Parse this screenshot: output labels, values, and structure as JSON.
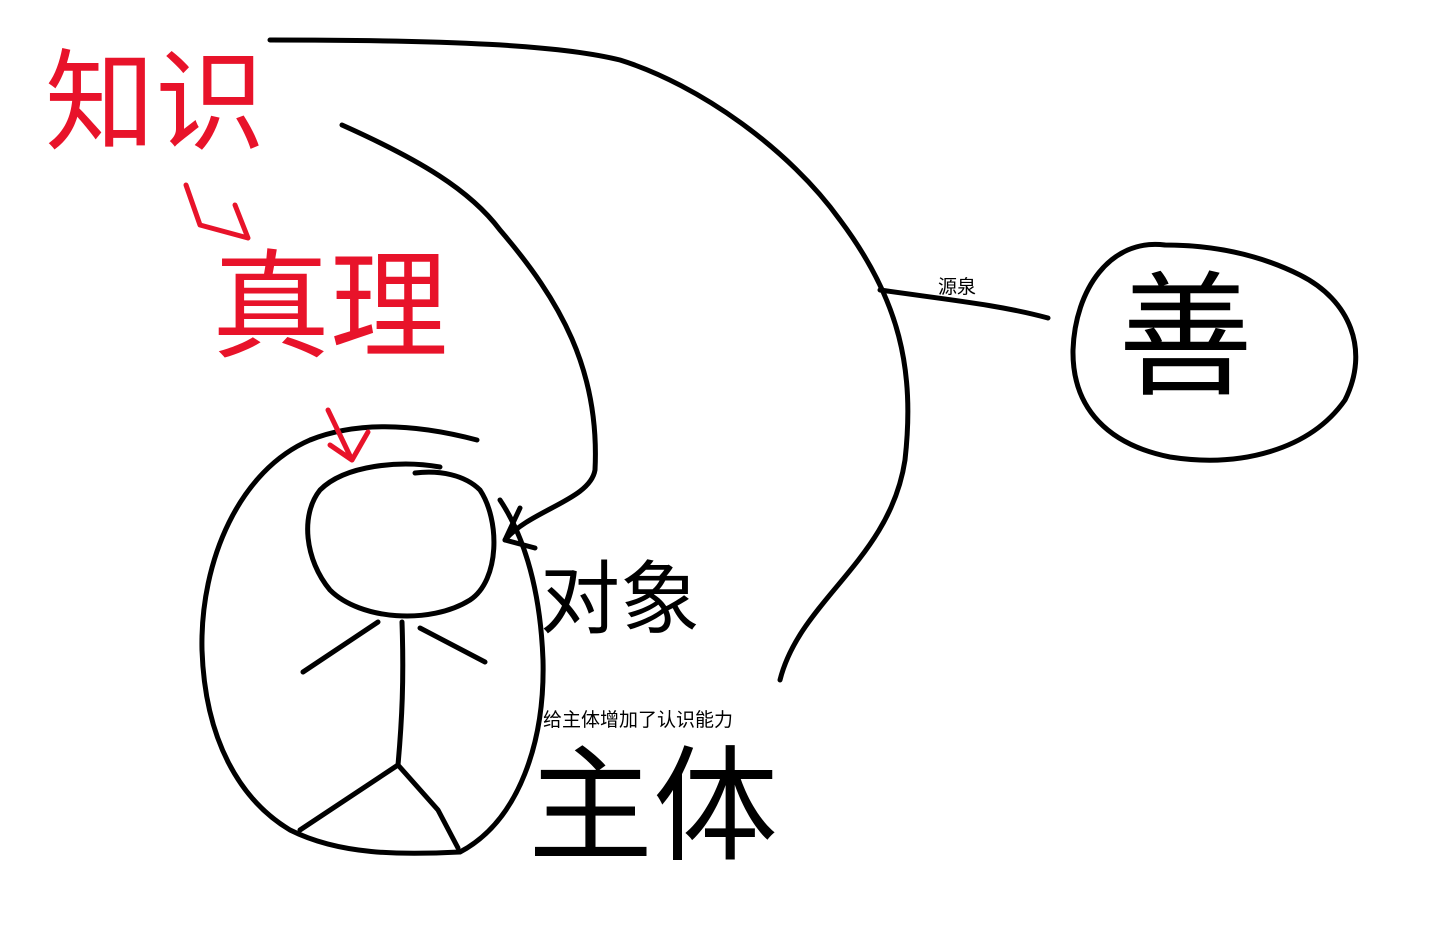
{
  "handwritten": {
    "knowledge": "知识",
    "truth": "真理",
    "object": "对象",
    "subject": "主体",
    "good": "善"
  },
  "labels": {
    "source": "源泉",
    "gives_subject_ability": "给主体增加了认识能力"
  },
  "colors": {
    "ink": "#000000",
    "red_ink": "#e8132a",
    "background": "#ffffff"
  }
}
